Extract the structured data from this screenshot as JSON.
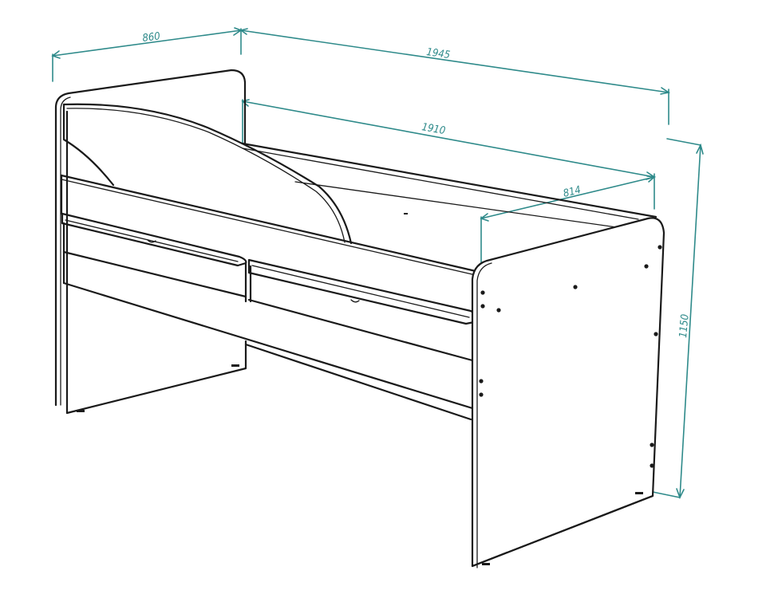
{
  "drawing": {
    "subject": "Mid-sleeper bed with side rail and drawers",
    "line_color": "#1a1a1a",
    "dimension_color": "#2e8a8a",
    "background": "#ffffff"
  },
  "dimensions": {
    "depth_overall": {
      "label": "860",
      "unit": "mm"
    },
    "length_overall": {
      "label": "1945",
      "unit": "mm"
    },
    "length_inner": {
      "label": "1910",
      "unit": "mm"
    },
    "width_inner": {
      "label": "814",
      "unit": "mm"
    },
    "height_overall": {
      "label": "1150",
      "unit": "mm"
    }
  }
}
